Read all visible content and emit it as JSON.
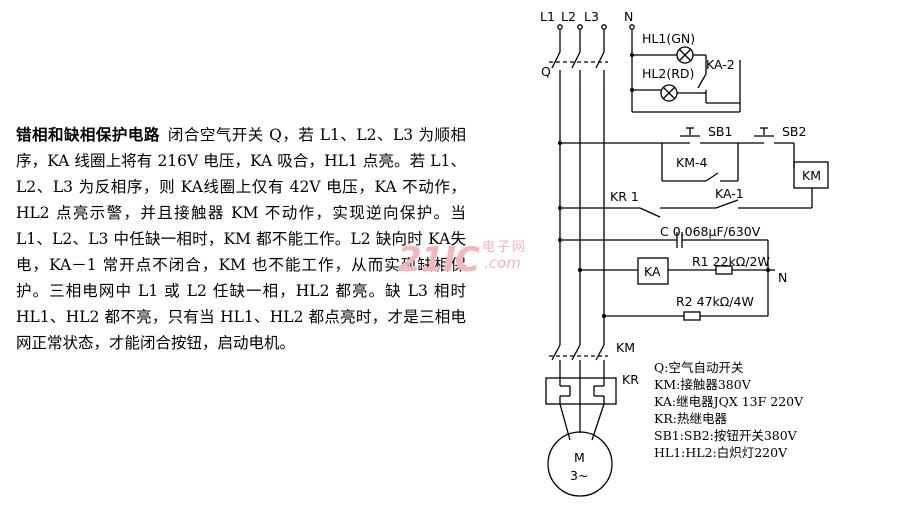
{
  "description": {
    "heading": "错相和缺相保护电路",
    "body": "闭合空气开关 Q，若 L1、L2、L3 为顺相序，KA 线圈上将有 216V 电压，KA 吸合，HL1 点亮。若 L1、L2、L3 为反相序，则 KA线圈上仅有 42V 电压，KA 不动作，HL2 点亮示警，并且接触器 KM 不动作，实现逆向保护。当 L1、L2、L3 中任缺一相时，KM 都不能工作。L2 缺向时 KA失电，KA－1 常开点不闭合，KM 也不能工作，从而实现缺相保护。三相电网中 L1 或 L2 任缺一相，HL2 都亮。缺 L3 相时 HL1、HL2 都不亮，只有当 HL1、HL2 都点亮时，才是三相电网正常状态，才能闭合按钮，启动电机。"
  },
  "watermark": {
    "big": "21IC",
    "cn": "电子网",
    "com": ".com"
  },
  "diagram": {
    "terminals": [
      "L1",
      "L2",
      "L3",
      "N"
    ],
    "labels": {
      "q": "Q",
      "hl1": "HL1(GN)",
      "hl2": "HL2(RD)",
      "ka2": "KA-2",
      "sb1": "SB1",
      "sb2": "SB2",
      "km4": "KM-4",
      "ka1": "KA-1",
      "km_coil": "KM",
      "kr1": "KR 1",
      "cap": "C 0.068μF/630V",
      "ka_coil": "KA",
      "r1": "R1 22kΩ/2W",
      "n_right": "N",
      "r2": "R2 47kΩ/4W",
      "km_main": "KM",
      "kr_main": "KR",
      "motor_top": "M",
      "motor_bottom": "3~"
    },
    "legend": [
      "Q:空气自动开关",
      "KM:接触器380V",
      "KA:继电器JQX 13F 220V",
      "KR:热继电器",
      "SB1:SB2:按钮开关380V",
      "HL1:HL2:白炽灯220V"
    ]
  }
}
